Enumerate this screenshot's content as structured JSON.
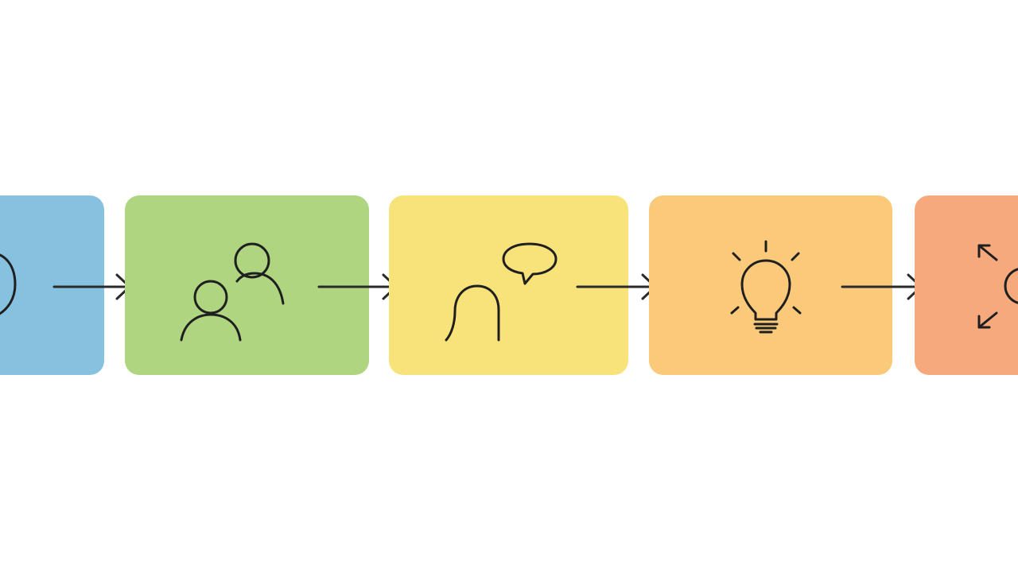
{
  "diagram": {
    "type": "process-flow",
    "direction": "left-to-right",
    "arrow_color": "#2a2a2a",
    "icon_color": "#1f1f1f",
    "steps": [
      {
        "id": "step-1",
        "color": "#86c1e0",
        "icon": "head-outline-icon",
        "cropped": "left"
      },
      {
        "id": "step-2",
        "color": "#afd580",
        "icon": "people-group-icon"
      },
      {
        "id": "step-3",
        "color": "#f8e27a",
        "icon": "conversation-speech-icon"
      },
      {
        "id": "step-4",
        "color": "#fbc97a",
        "icon": "lightbulb-idea-icon"
      },
      {
        "id": "step-5",
        "color": "#f7a97e",
        "icon": "expand-arrows-icon",
        "cropped": "right"
      }
    ],
    "connectors": [
      {
        "from": "step-1",
        "to": "step-2"
      },
      {
        "from": "step-2",
        "to": "step-3"
      },
      {
        "from": "step-3",
        "to": "step-4"
      },
      {
        "from": "step-4",
        "to": "step-5"
      }
    ]
  }
}
